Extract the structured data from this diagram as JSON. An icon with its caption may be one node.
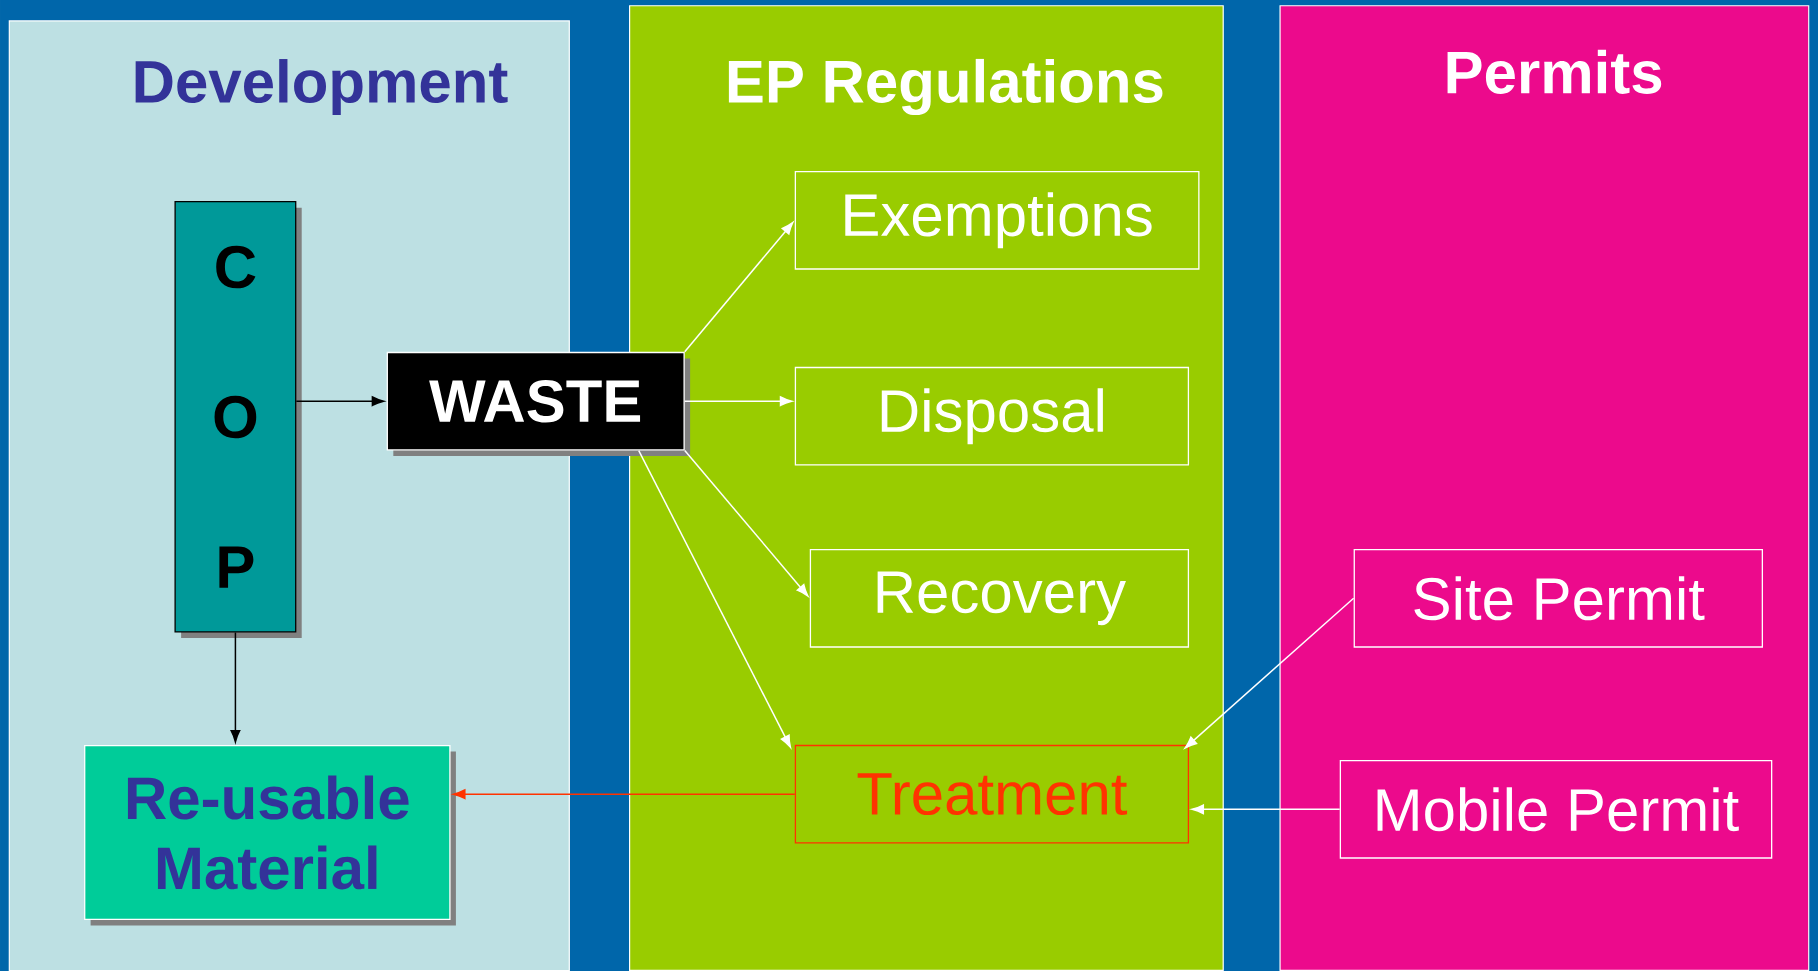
{
  "diagram": {
    "nodes": [
      {
        "text": [
          "Development"
        ]
      },
      {
        "text": [
          "C O P"
        ],
        "in": 0
      },
      {
        "text": [
          "WASTE"
        ]
      },
      {
        "text": [
          "Re-usable Material"
        ],
        "in": 0
      },
      {
        "text": [
          "EP Regulations"
        ]
      },
      {
        "text": [
          "Exemptions"
        ],
        "in": 4
      },
      {
        "text": [
          "Disposal"
        ],
        "in": 4
      },
      {
        "text": [
          "Recovery"
        ],
        "in": 4
      },
      {
        "text": [
          "Treatment"
        ],
        "in": 4
      },
      {
        "text": [
          "Permits"
        ]
      },
      {
        "text": [
          "Site Permit"
        ],
        "in": 9
      },
      {
        "text": [
          "Mobile Permit"
        ],
        "in": 9
      }
    ],
    "edges": [
      {
        "from": 1,
        "to": 2,
        "arrow": "to",
        "color": "#000000"
      },
      {
        "from": 1,
        "to": 3,
        "arrow": "to",
        "color": "#000000"
      },
      {
        "from": 2,
        "to": 5,
        "arrow": "to"
      },
      {
        "from": 2,
        "to": 6,
        "arrow": "to"
      },
      {
        "from": 2,
        "to": 7,
        "arrow": "to"
      },
      {
        "from": 2,
        "to": 8,
        "arrow": "to"
      },
      {
        "from": 8,
        "to": 3,
        "arrow": "to",
        "color": "#ff3300"
      },
      {
        "from": 10,
        "to": 8,
        "arrow": "to"
      },
      {
        "from": 11,
        "to": 8,
        "arrow": "to"
      }
    ]
  }
}
